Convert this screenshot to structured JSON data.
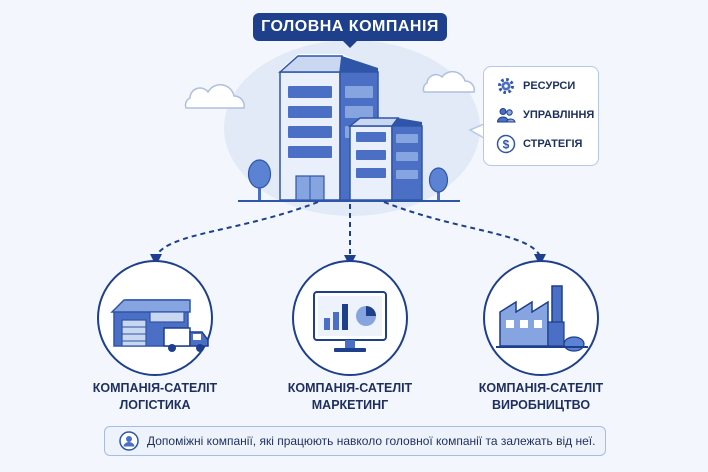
{
  "title": "ГОЛОВНА КОМПАНІЯ",
  "resources": [
    {
      "label": "РЕСУРСИ",
      "icon": "gear-icon"
    },
    {
      "label": "УПРАВЛІННЯ",
      "icon": "people-icon"
    },
    {
      "label": "СТРАТЕГІЯ",
      "icon": "dollar-icon"
    }
  ],
  "satellites": [
    {
      "line1": "КОМПАНІЯ-САТЕЛІТ",
      "line2": "ЛОГІСТИКА",
      "icon": "warehouse-truck-icon"
    },
    {
      "line1": "КОМПАНІЯ-САТЕЛІТ",
      "line2": "МАРКЕТИНГ",
      "icon": "monitor-chart-icon"
    },
    {
      "line1": "КОМПАНІЯ-САТЕЛІТ",
      "line2": "ВИРОБНИЦТВО",
      "icon": "factory-icon"
    }
  ],
  "footer": "Допоміжні компанії, які працюють навколо головної компанії та залежать від неї.",
  "colors": {
    "primary": "#1d3f8c",
    "accent": "#4a6fc4",
    "light": "#dbe5f6",
    "background": "#f3f6fc"
  }
}
